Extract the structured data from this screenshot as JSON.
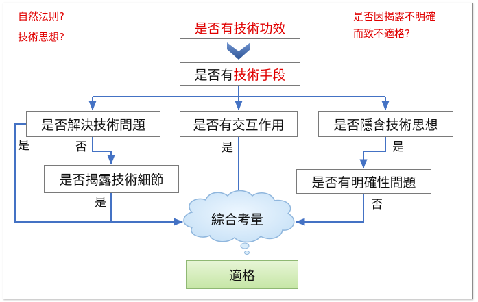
{
  "notes": {
    "top_left": [
      "自然法則?",
      "技術思想?"
    ],
    "top_right": [
      "是否因揭露不明確",
      "而致不適格?"
    ]
  },
  "boxes": {
    "effect": "是否有技術功效",
    "means_prefix": "是否有",
    "means_highlight": "技術手段",
    "solve_problem": "是否解決技術問題",
    "interaction": "是否有交互作用",
    "implicit_idea": "是否隱含技術思想",
    "disclose_details": "是否揭露技術細節",
    "clarity_problem": "是否有明確性問題",
    "overall": "綜合考量",
    "result": "適格"
  },
  "edge_labels": {
    "solve_yes": "是",
    "solve_no": "否",
    "interaction_yes": "是",
    "implicit_yes": "是",
    "details_yes": "是",
    "clarity_no": "否"
  },
  "colors": {
    "note_text": "#e00000",
    "arrow": "#4472c4",
    "cloud_fill": "#d9ecfa",
    "cloud_stroke": "#8fb6dd",
    "result_fill": "#c6e6a6",
    "chevron": "#3c64a6"
  }
}
